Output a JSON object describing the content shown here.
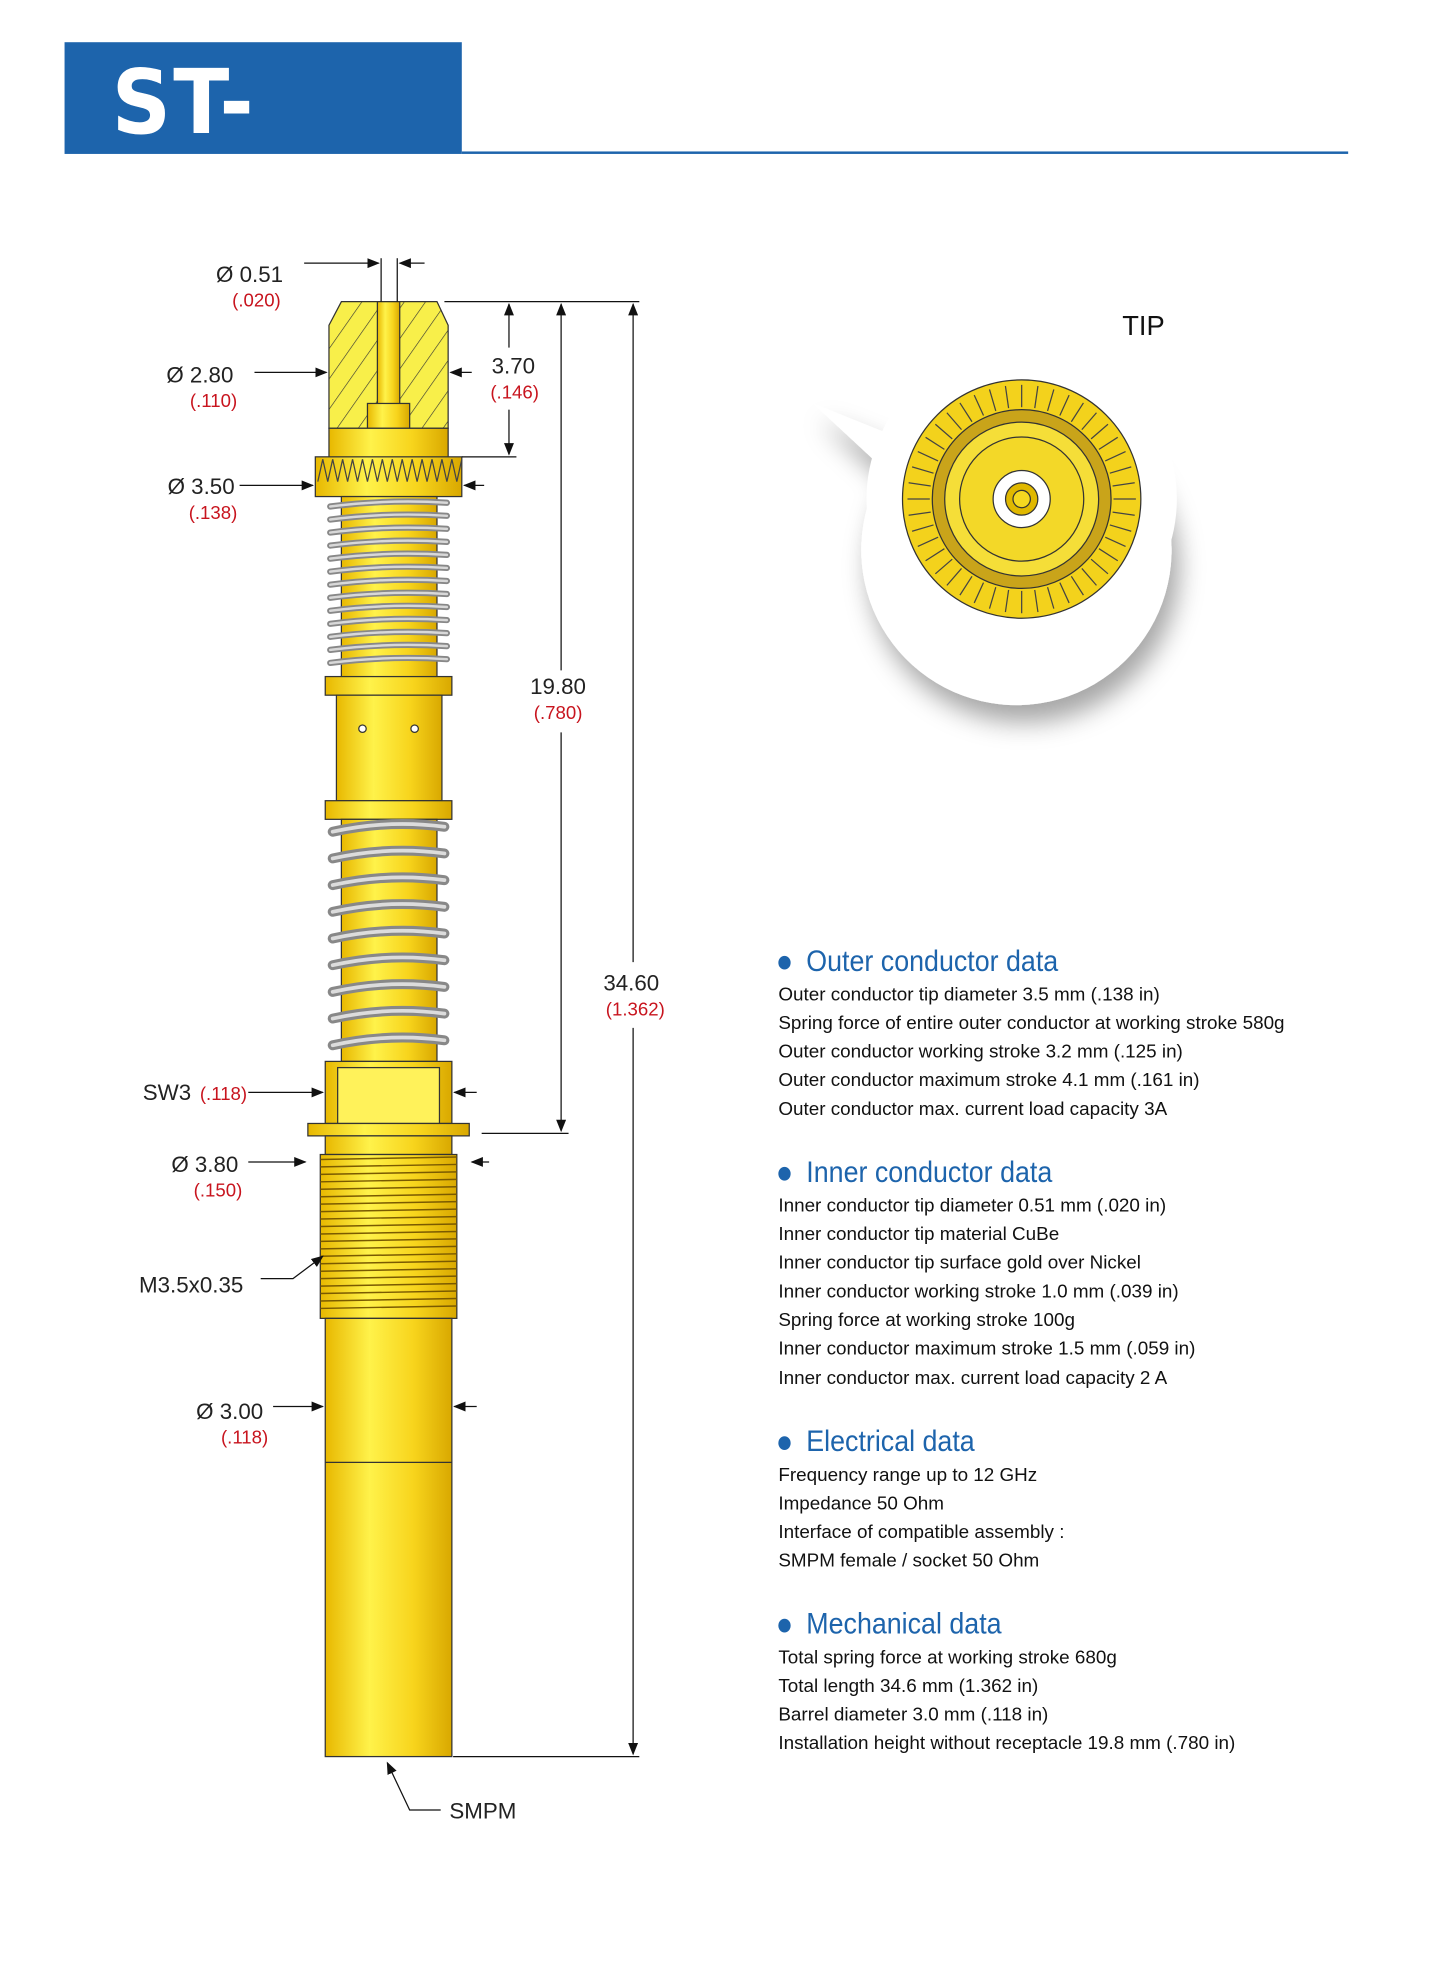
{
  "title": "ST-807",
  "tip_label": "TIP",
  "dimensions": {
    "d051": {
      "mm": "Ø 0.51",
      "in": "(.020)"
    },
    "d280": {
      "mm": "Ø 2.80",
      "in": "(.110)"
    },
    "d350": {
      "mm": "Ø 3.50",
      "in": "(.138)"
    },
    "l370": {
      "mm": "3.70",
      "in": "(.146)"
    },
    "l1980": {
      "mm": "19.80",
      "in": "(.780)"
    },
    "l3460": {
      "mm": "34.60",
      "in": "(1.362)"
    },
    "sw3": {
      "mm": "SW3",
      "in": "(.118)"
    },
    "d380": {
      "mm": "Ø 3.80",
      "in": "(.150)"
    },
    "thread": "M3.5x0.35",
    "d300": {
      "mm": "Ø 3.00",
      "in": "(.118)"
    },
    "smpm": "SMPM"
  },
  "colors": {
    "brand": "#1d64ac",
    "gold": "#f5d820",
    "spring": "#a8a8a8",
    "imperial": "#c8141e"
  },
  "sections": [
    {
      "title": "Outer conductor data",
      "lines": [
        "Outer conductor tip diameter 3.5 mm (.138 in)",
        "Spring force of entire outer conductor at working stroke 580g",
        "Outer conductor  working stroke 3.2 mm (.125 in)",
        "Outer conductor maximum stroke 4.1 mm (.161 in)",
        "Outer conductor max. current load capacity 3A"
      ]
    },
    {
      "title": "Inner conductor data",
      "lines": [
        "Inner conductor tip diameter 0.51 mm (.020 in)",
        "Inner conductor tip material CuBe",
        "Inner conductor tip surface gold over Nickel",
        "Inner conductor working stroke 1.0 mm (.039 in)",
        "Spring force at working stroke 100g",
        "Inner conductor maximum stroke 1.5 mm (.059 in)",
        "Inner conductor max. current load capacity 2 A"
      ]
    },
    {
      "title": "Electrical data",
      "lines": [
        "Frequency range up to  12 GHz",
        "Impedance 50 Ohm",
        "Interface of compatible assembly :",
        "SMPM female / socket 50 Ohm"
      ]
    },
    {
      "title": "Mechanical data",
      "lines": [
        "Total spring force at working stroke 680g",
        "Total length 34.6 mm (1.362 in)",
        "Barrel diameter 3.0 mm (.118 in)",
        "Installation height without receptacle  19.8 mm (.780 in)"
      ]
    }
  ]
}
